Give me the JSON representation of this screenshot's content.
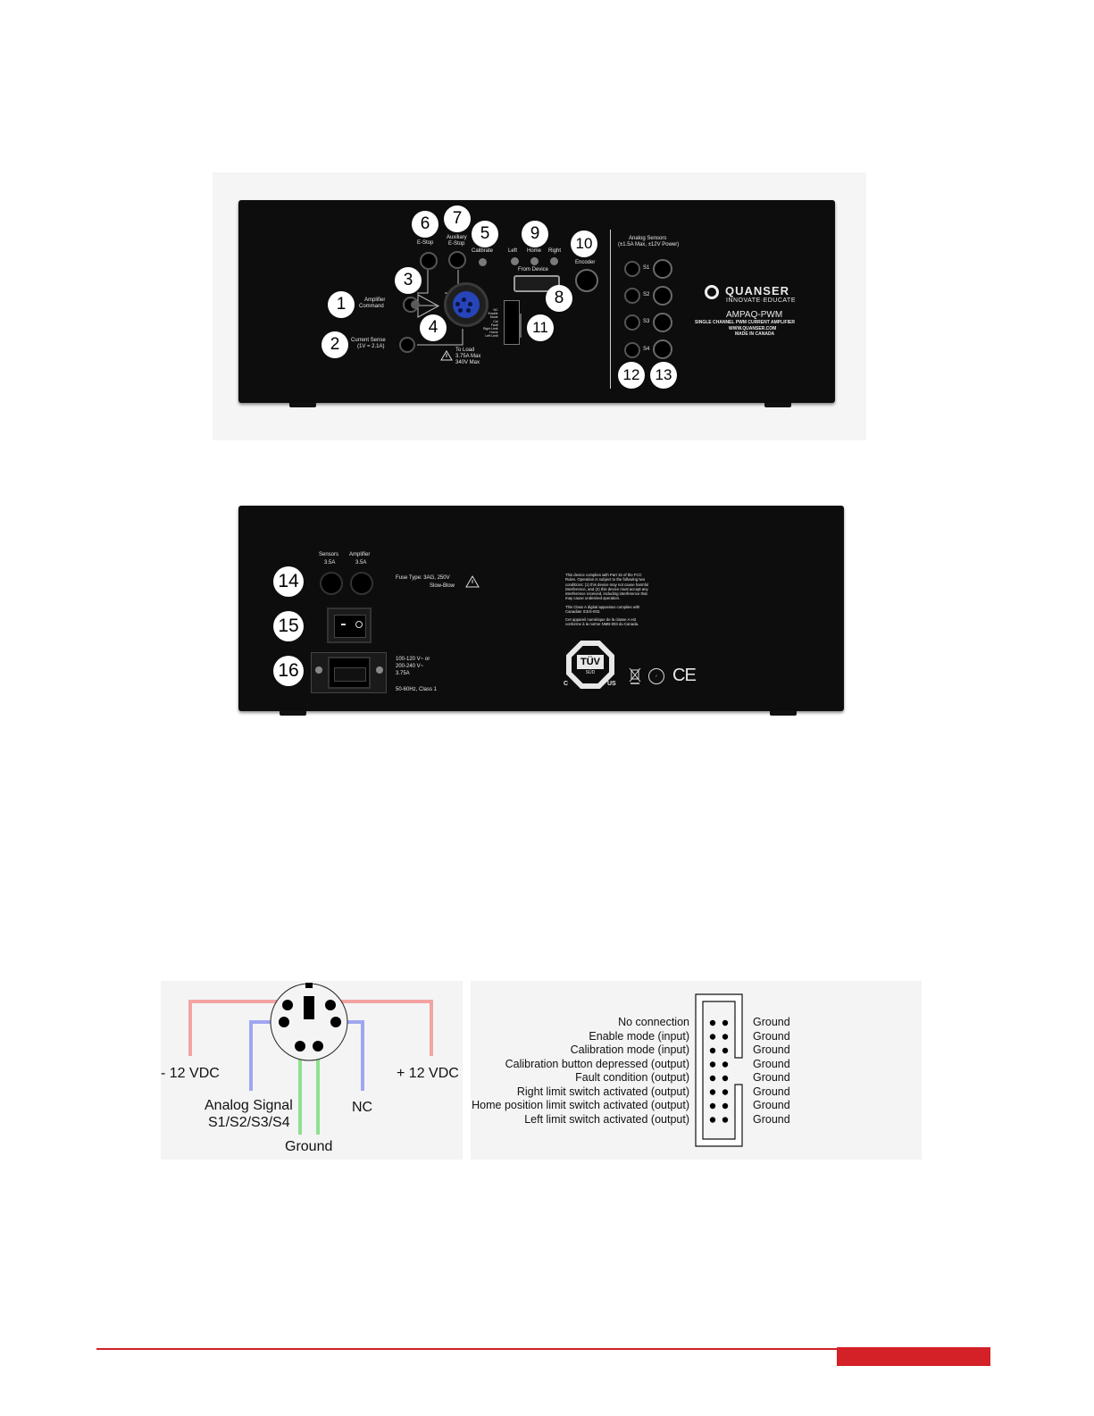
{
  "panel_front": {
    "e_stop": "E-Stop",
    "aux_estop_1": "Auxiliary",
    "aux_estop_2": "E-Stop",
    "calibrate": "Calibrate",
    "led_left": "Left",
    "led_home": "Home",
    "led_right": "Right",
    "from_device": "From Device",
    "encoder": "Encoder",
    "amp_cmd_1": "Amplifier",
    "amp_cmd_2": "Command",
    "cur_sense_1": "Current Sense",
    "cur_sense_2": "(1V = 2.1A)",
    "to_load_1": "To Load",
    "to_load_2": "3.75A Max",
    "to_load_3": "340V Max",
    "analog_sensors_1": "Analog Sensors",
    "analog_sensors_2": "(±1.5A Max, ±12V Power)",
    "sensor_labels": [
      "S1",
      "S2",
      "S3",
      "S4"
    ],
    "brand": "QUANSER",
    "tagline": "INNOVATE·EDUCATE",
    "model": "AMPAQ-PWM",
    "model_desc": "SINGLE CHANNEL PWM CURRENT AMPLIFIER",
    "website": "WWW.QUANSER.COM",
    "made_in": "MADE IN CANADA",
    "callouts": [
      "1",
      "2",
      "3",
      "4",
      "5",
      "6",
      "7",
      "8",
      "9",
      "10",
      "11",
      "12",
      "13"
    ]
  },
  "panel_back": {
    "fuse_sensors_1": "Sensors",
    "fuse_sensors_2": "3.5A",
    "fuse_amp_1": "Amplifier",
    "fuse_amp_2": "3.5A",
    "fuse_type_1": "Fuse Type: 3AG, 250V",
    "fuse_type_2": "Slow-Blow",
    "power_1": "100-120 V~ or",
    "power_2": "200-240 V~",
    "power_3": "3.75A",
    "power_4": "50-60Hz, Class 1",
    "fcc_1": "This device complies with Part 15 of the FCC",
    "fcc_2": "Rules. Operation is subject to the following two",
    "fcc_3": "conditions: (1) this device may not cause harmful",
    "fcc_4": "interference, and (2) this device must accept any",
    "fcc_5": "interference received, including interference that",
    "fcc_6": "may cause undesired operation.",
    "ices_1": "This Class A digital apparatus complies with",
    "ices_2": "Canadian ICES-003.",
    "nmb_1": "Cet appareil numérique de la classe A est",
    "nmb_2": "conforme à la norme NMB-003 du Canada.",
    "tuv": "TÜV",
    "sud": "SÜD",
    "c_mark": "C",
    "us_mark": "US",
    "ce_mark": "CE",
    "callouts": [
      "14",
      "15",
      "16"
    ]
  },
  "din_diagram": {
    "minus_12": "- 12 VDC",
    "plus_12": "+ 12 VDC",
    "analog_1": "Analog Signal",
    "analog_2": "S1/S2/S3/S4",
    "nc": "NC",
    "ground": "Ground",
    "colors": {
      "minus": "#f4a3a3",
      "signal": "#a0a6f0",
      "ground": "#8fe08f"
    }
  },
  "header_diagram": {
    "left_labels": [
      "No connection",
      "Enable mode (input)",
      "Calibration mode (input)",
      "Calibration button depressed (output)",
      "Fault condition (output)",
      "Right limit switch activated (output)",
      "Home position limit switch activated (output)",
      "Left limit switch activated (output)"
    ],
    "right_labels": [
      "Ground",
      "Ground",
      "Ground",
      "Ground",
      "Ground",
      "Ground",
      "Ground",
      "Ground"
    ]
  },
  "footer": {
    "rule_color": "#d42027",
    "block_color": "#d42027"
  }
}
